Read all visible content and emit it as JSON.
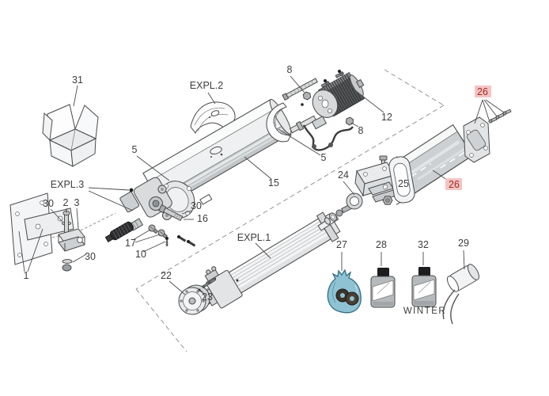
{
  "diagram": {
    "type": "exploded-parts-diagram",
    "labels": {
      "n31": "31",
      "expl2": "EXPL.2",
      "n8a": "8",
      "n12": "12",
      "n8b": "8",
      "n5a": "5",
      "n5b": "5",
      "n15": "15",
      "expl3": "EXPL.3",
      "n30a": "30",
      "n2": "2",
      "n3": "3",
      "n30b": "30",
      "n1": "1",
      "n30c": "30",
      "n16": "16",
      "n17": "17",
      "n10": "10",
      "expl1": "EXPL.1",
      "n22": "22",
      "n23": "23",
      "n24": "24",
      "n25": "25",
      "n26a": "26",
      "n26b": "26",
      "n27": "27",
      "n28": "28",
      "n32": "32",
      "n29": "29",
      "winter": "WINTER"
    },
    "colors": {
      "highlight_bg": "#f6c3c3",
      "highlight_text": "#9c2d24",
      "label_text": "#3d3d3d",
      "line": "#4a4a4a",
      "bag_blue": "#8fc3d4",
      "metal_light": "#eceeef",
      "metal_mid": "#ccd0d2",
      "motor_dark": "#55585a"
    }
  }
}
